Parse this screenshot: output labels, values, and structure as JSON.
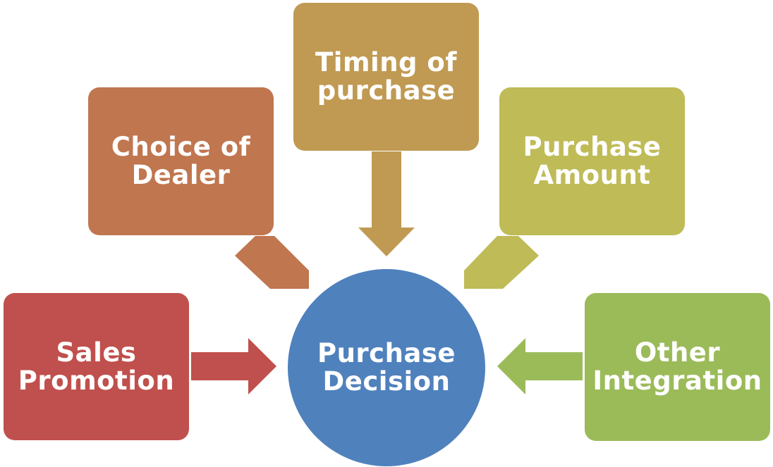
{
  "center": {
    "label": "Purchase\nDecision",
    "color": "#4F81BD"
  },
  "factors": [
    {
      "id": "sales-promotion",
      "label": "Sales\nPromotion",
      "color": "#C0504D"
    },
    {
      "id": "choice-of-dealer",
      "label": "Choice of\nDealer",
      "color": "#C0764F"
    },
    {
      "id": "timing-of-purchase",
      "label": "Timing of\npurchase",
      "color": "#C09A52"
    },
    {
      "id": "purchase-amount",
      "label": "Purchase\nAmount",
      "color": "#BFBB57"
    },
    {
      "id": "other-integration",
      "label": "Other\nIntegration",
      "color": "#9BBB59"
    }
  ]
}
